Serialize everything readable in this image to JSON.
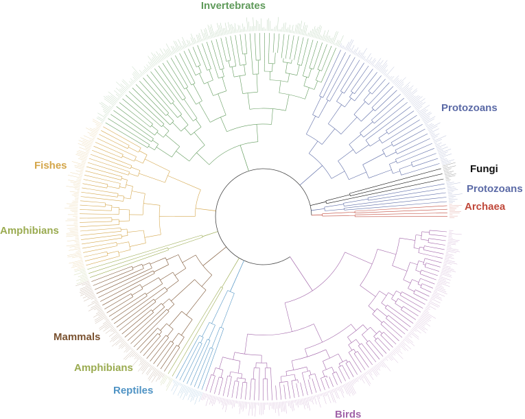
{
  "figure": {
    "type": "circular phylogenetic tree",
    "background": "#ffffff",
    "root_color": "#444444",
    "clades": [
      {
        "id": "invertebrates",
        "label": "Invertebrates",
        "color": "#5f9a5a"
      },
      {
        "id": "protozoans-upper",
        "label": "Protozoans",
        "color": "#5b6aa6"
      },
      {
        "id": "fungi",
        "label": "Fungi",
        "color": "#111111"
      },
      {
        "id": "protozoans-lower",
        "label": "Protozoans",
        "color": "#5b6aa6"
      },
      {
        "id": "archaea",
        "label": "Archaea",
        "color": "#c0483a"
      },
      {
        "id": "birds",
        "label": "Birds",
        "color": "#a062a8"
      },
      {
        "id": "reptiles",
        "label": "Reptiles",
        "color": "#4f93c4"
      },
      {
        "id": "amphibians-lower",
        "label": "Amphibians",
        "color": "#9aab50"
      },
      {
        "id": "mammals",
        "label": "Mammals",
        "color": "#7a5230"
      },
      {
        "id": "amphibians-upper",
        "label": "Amphibians",
        "color": "#9aab50"
      },
      {
        "id": "fishes",
        "label": "Fishes",
        "color": "#d4a64a"
      }
    ]
  }
}
